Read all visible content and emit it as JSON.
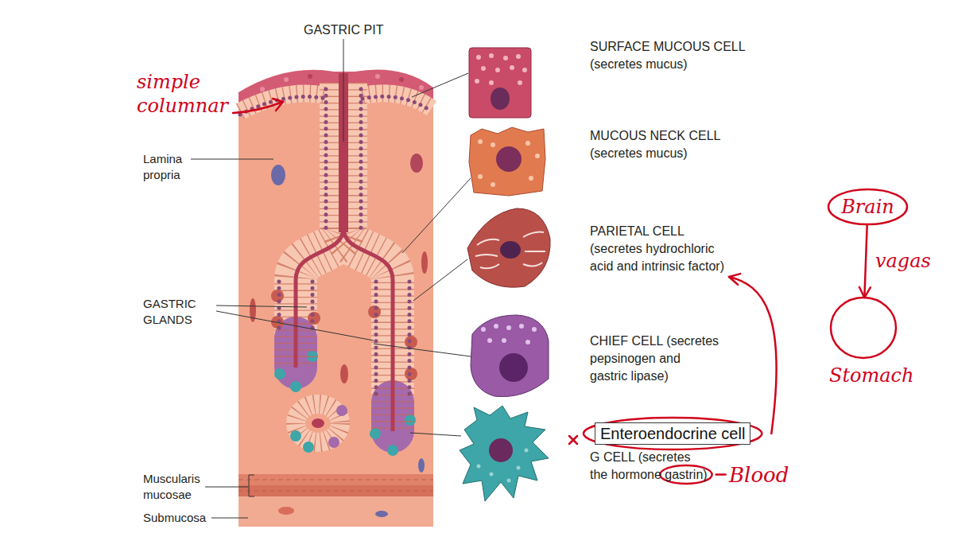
{
  "diagram": {
    "nodes": [
      {
        "text": [
          "Enteroendocrine cell"
        ]
      },
      {
        "text": [
          "Brain"
        ]
      },
      {
        "text": [
          "Stomach"
        ]
      }
    ],
    "edges": [
      {
        "from": 1,
        "to": 2,
        "arrow": "to",
        "label": "vagas"
      }
    ],
    "labels": [
      "GASTRIC PIT",
      "simple columnar",
      "Lamina propria",
      "GASTRIC GLANDS",
      "Muscularis mucosae",
      "Submucosa",
      "SURFACE MUCOUS CELL (secretes mucus)",
      "MUCOUS NECK CELL (secretes mucus)",
      "PARIETAL CELL (secretes hydrochloric acid and intrinsic factor)",
      "CHIEF CELL (secretes pepsinogen and gastric lipase)",
      "G CELL (secretes the hormone gastrin)",
      "Blood"
    ]
  }
}
